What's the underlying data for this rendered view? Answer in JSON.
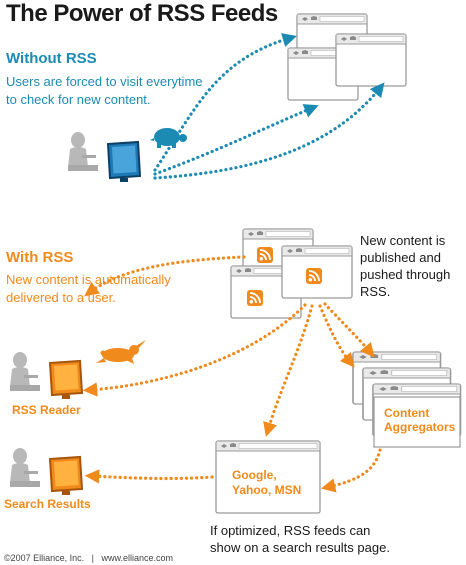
{
  "title": "The Power of RSS Feeds",
  "without": {
    "heading": "Without RSS",
    "line1": "Users are forced to visit everytime",
    "line2": "to check for new content."
  },
  "with": {
    "heading": "With RSS",
    "line1": "New content is automatically",
    "line2": "delivered to a user."
  },
  "pushed_note": {
    "line1": "New content is",
    "line2": "published and",
    "line3": "pushed through",
    "line4": "RSS."
  },
  "labels": {
    "rss_reader": "RSS Reader",
    "search_results": "Search Results",
    "content_aggregators_1": "Content",
    "content_aggregators_2": "Aggregators",
    "search_engines_1": "Google,",
    "search_engines_2": "Yahoo, MSN"
  },
  "optimized_note": {
    "line1": "If optimized, RSS feeds can",
    "line2": "show on a search results page."
  },
  "footer": "©2007 Elliance, Inc.   |   www.elliance.com",
  "colors": {
    "teal": "#1b8bb3",
    "orange": "#f08a1c",
    "window_border": "#9a9a9a",
    "window_bar": "#e6e6e6",
    "person": "#b8b8b8"
  },
  "icons": [
    "turtle-icon",
    "rabbit-icon",
    "rss-feed-icon",
    "person-icon",
    "monitor-icon",
    "browser-window-icon"
  ]
}
